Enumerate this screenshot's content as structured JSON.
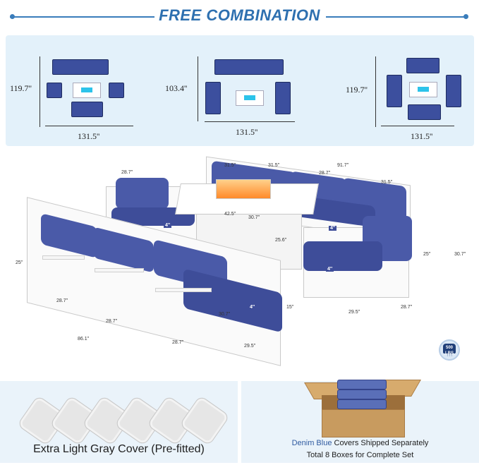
{
  "header": {
    "title": "FREE COMBINATION"
  },
  "layouts": [
    {
      "height_label": "119.7''",
      "width_label": "131.5''"
    },
    {
      "height_label": "103.4''",
      "width_label": "131.5''"
    },
    {
      "height_label": "119.7''",
      "width_label": "131.5''"
    }
  ],
  "product": {
    "dims": {
      "d1": "28.7''",
      "d2": "31.5''",
      "d3": "31.5''",
      "d4": "91.7''",
      "d5": "28.7''",
      "d6": "31.5''",
      "table_w": "42.5''",
      "table_d": "30.7''",
      "table_h": "25.6''",
      "right_h1": "25''",
      "right_h2": "30.7''",
      "right_w": "29.5''",
      "right_d": "28.7''",
      "left_h": "25''",
      "s1": "28.7''",
      "s2": "28.7''",
      "s3": "28.7''",
      "total": "86.1''",
      "depth": "29.5''",
      "arm": "30.7''",
      "seat_h": "15''"
    },
    "thickness": "4''",
    "badge": {
      "weight": "500 LBS"
    }
  },
  "covers": {
    "label": "Extra Light Gray Cover (Pre-fitted)",
    "count": 6
  },
  "shipping": {
    "color_name": "Denim Blue",
    "line1_rest": " Covers Shipped Separately",
    "line2": "Total 8 Boxes for Complete Set"
  },
  "colors": {
    "accent": "#2e70b0",
    "cushion": "#3c4f9e",
    "fire": "#2cc3ea",
    "band": "#e3f1fa"
  }
}
